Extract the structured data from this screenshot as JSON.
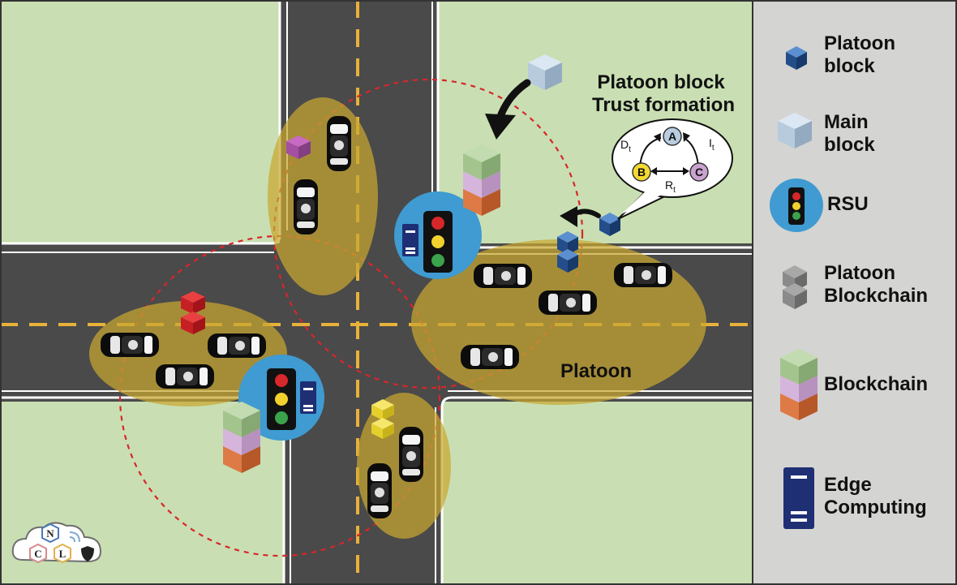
{
  "scene": {
    "trust_title_line1": "Platoon block",
    "trust_title_line2": "Trust formation",
    "platoon_label": "Platoon",
    "trust_nodes": {
      "a": "A",
      "b": "B",
      "c": "C"
    },
    "trust_edges": {
      "d": "D",
      "d_sub": "t",
      "i": "I",
      "i_sub": "t",
      "r": "R",
      "r_sub": "t"
    }
  },
  "legend": {
    "items": [
      {
        "id": "platoon-block",
        "line1": "Platoon",
        "line2": "block"
      },
      {
        "id": "main-block",
        "line1": "Main",
        "line2": "block"
      },
      {
        "id": "rsu",
        "line1": "RSU",
        "line2": ""
      },
      {
        "id": "platoon-blockchain",
        "line1": "Platoon",
        "line2": "Blockchain"
      },
      {
        "id": "blockchain",
        "line1": "Blockchain",
        "line2": ""
      },
      {
        "id": "edge-computing",
        "line1": "Edge",
        "line2": "Computing"
      }
    ]
  },
  "logo": {
    "letters": [
      "N",
      "C",
      "L"
    ]
  },
  "colors": {
    "grass": "#c9dfb3",
    "road": "#4a4a4a",
    "lane_marking": "#e8b13a",
    "ellipse": "#c9a830",
    "rsu_circle": "#3f9bd1",
    "platoon_block": "#2a5b9c",
    "main_block": "#b9cde0",
    "blockchain_green": "#a4c48e",
    "blockchain_purple": "#c9a3cf",
    "blockchain_orange": "#d06a35",
    "legend_bg": "#d4d4d2"
  }
}
